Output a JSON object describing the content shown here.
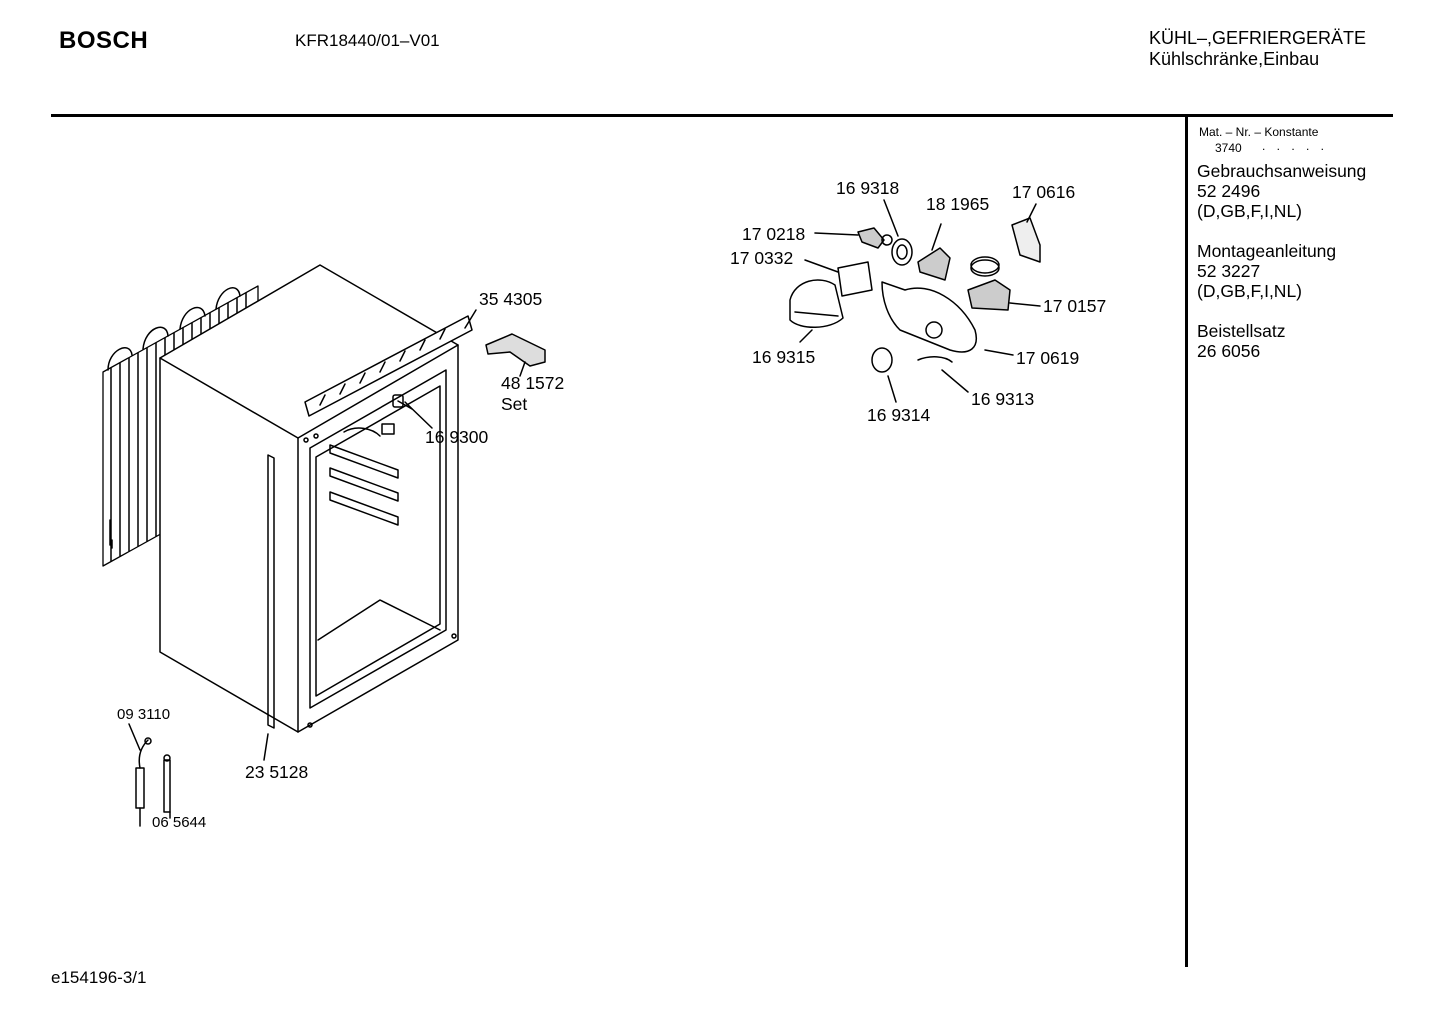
{
  "header": {
    "brand": "BOSCH",
    "model": "KFR18440/01–V01",
    "category_line1": "KÜHL–,GEFRIERGERÄTE",
    "category_line2": "Kühlschränke,Einbau"
  },
  "sidebar": {
    "mat_heading": "Mat. – Nr. – Konstante",
    "mat_code": "3740",
    "mat_dots": ". . . . .",
    "docs": [
      {
        "title": "Gebrauchsanweisung",
        "number": "52 2496",
        "langs": "(D,GB,F,I,NL)"
      },
      {
        "title": "Montageanleitung",
        "number": "52 3227",
        "langs": "(D,GB,F,I,NL)"
      },
      {
        "title": "Beistellsatz",
        "number": "26 6056",
        "langs": ""
      }
    ]
  },
  "parts": {
    "p354305": "35 4305",
    "p481572": "48 1572",
    "p481572_note": "Set",
    "p169300": "16 9300",
    "p093110": "09 3110",
    "p065644": "06 5644",
    "p235128": "23 5128",
    "p169318": "16 9318",
    "p181965": "18 1965",
    "p170616": "17 0616",
    "p170218": "17 0218",
    "p170332": "17 0332",
    "p170157": "17 0157",
    "p169315": "16 9315",
    "p170619": "17 0619",
    "p169314": "16 9314",
    "p169313": "16 9313"
  },
  "footer": {
    "code": "e154196-3/1"
  }
}
